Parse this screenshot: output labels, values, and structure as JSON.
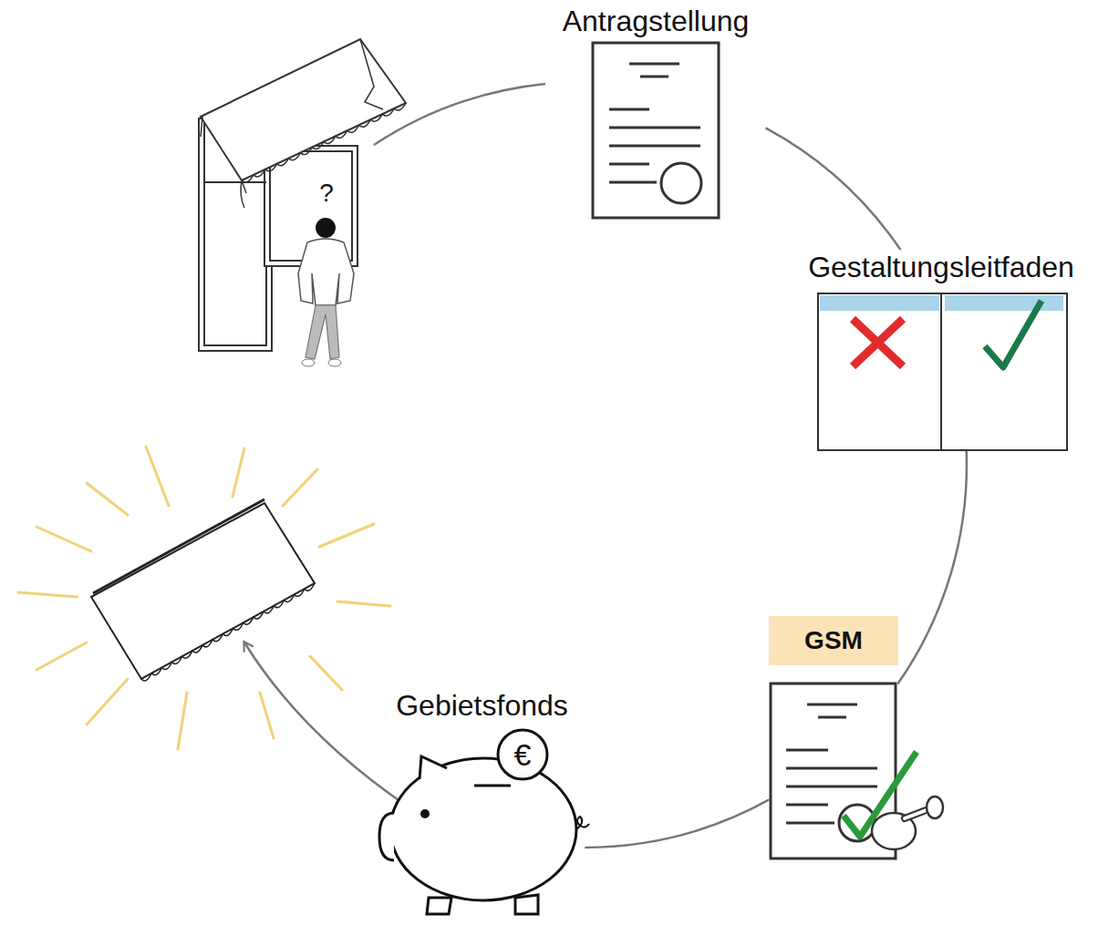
{
  "diagram": {
    "nodes": [
      {
        "text": [
          "Antragstellung"
        ]
      },
      {
        "text": [
          "Gestaltungsleitfaden"
        ]
      },
      {
        "text": [
          "GSM"
        ]
      },
      {
        "text": [
          "Gebietsfonds"
        ]
      }
    ],
    "edges": [
      {
        "from": 0,
        "to": 1,
        "arrow": "none"
      },
      {
        "from": 1,
        "to": 2,
        "arrow": "none"
      },
      {
        "from": 2,
        "to": 3,
        "arrow": "none"
      }
    ],
    "labels": [
      "?",
      "€"
    ]
  }
}
